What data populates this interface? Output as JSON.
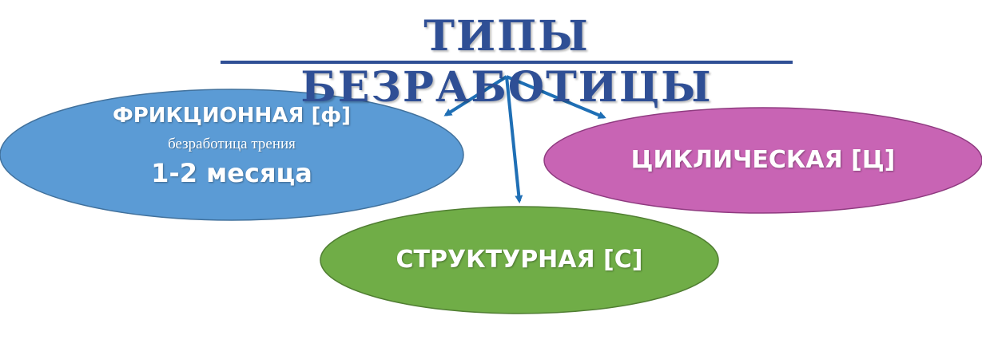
{
  "title": "ТИПЫ БЕЗРАБОТИЦЫ",
  "nodes": {
    "frictional": {
      "label": "ФРИКЦИОННАЯ [ф]",
      "subtitle": "безработица трения",
      "duration": "1-2 месяца",
      "color": "#5b9bd5"
    },
    "cyclical": {
      "label": "ЦИКЛИЧЕСКАЯ [Ц]",
      "color": "#c864b4"
    },
    "structural": {
      "label": "СТРУКТУРНАЯ [С]",
      "color": "#70ad47"
    }
  },
  "colors": {
    "title": "#2f4f95",
    "arrows": "#1f6fb5"
  }
}
